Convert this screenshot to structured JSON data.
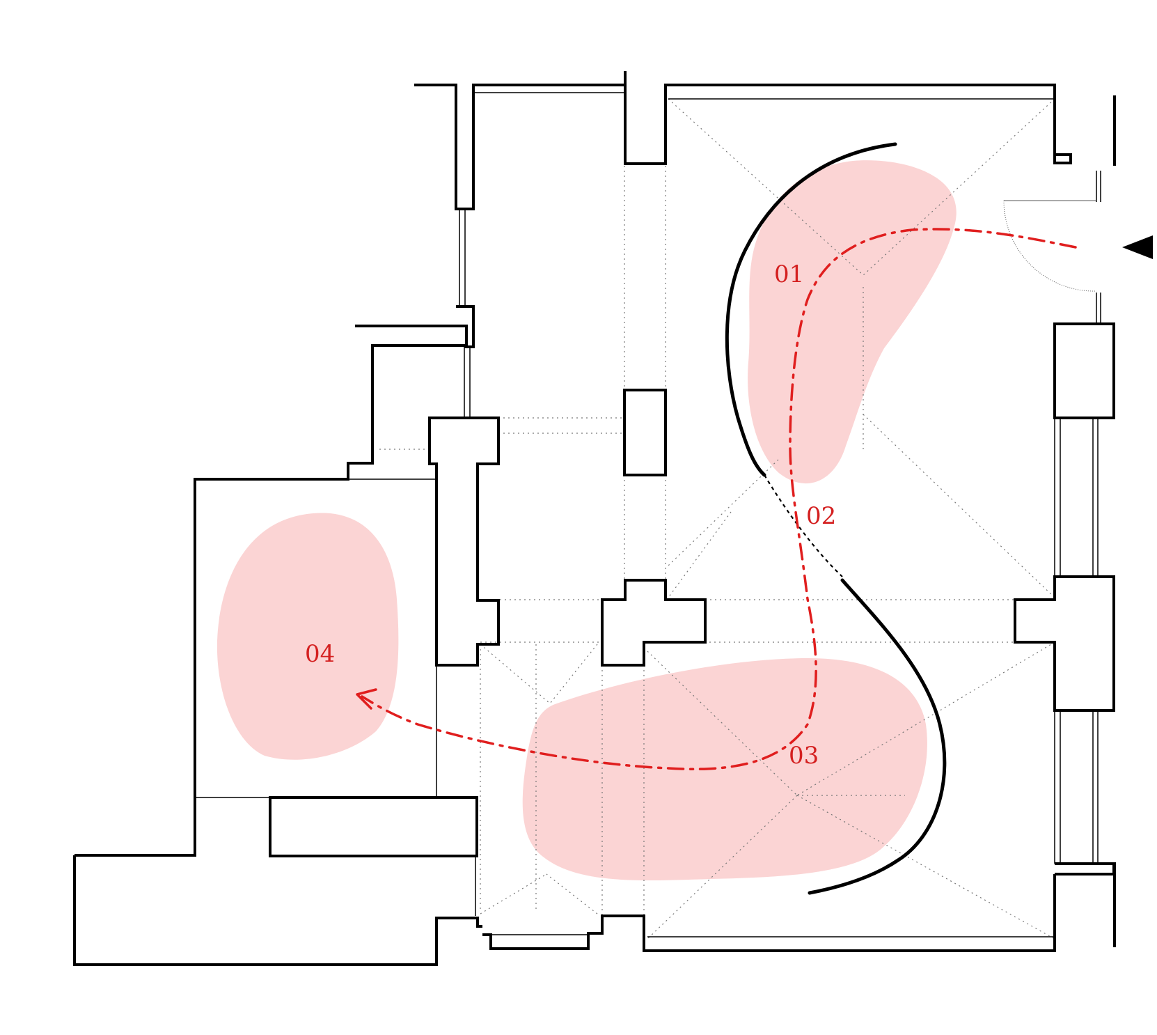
{
  "colors": {
    "zone_fill": "#fbd4d4",
    "route": "#e01e1e",
    "label": "#d42020",
    "wall": "#000000",
    "entrance_arrow": "#000000"
  },
  "zones": [
    {
      "id": "01",
      "label": "01"
    },
    {
      "id": "02",
      "label": "02"
    },
    {
      "id": "03",
      "label": "03"
    },
    {
      "id": "04",
      "label": "04"
    }
  ],
  "entrance_arrow": {
    "icon": "entrance-triangle-icon"
  },
  "route_arrowhead": {
    "icon": "arrowhead-open-icon"
  }
}
